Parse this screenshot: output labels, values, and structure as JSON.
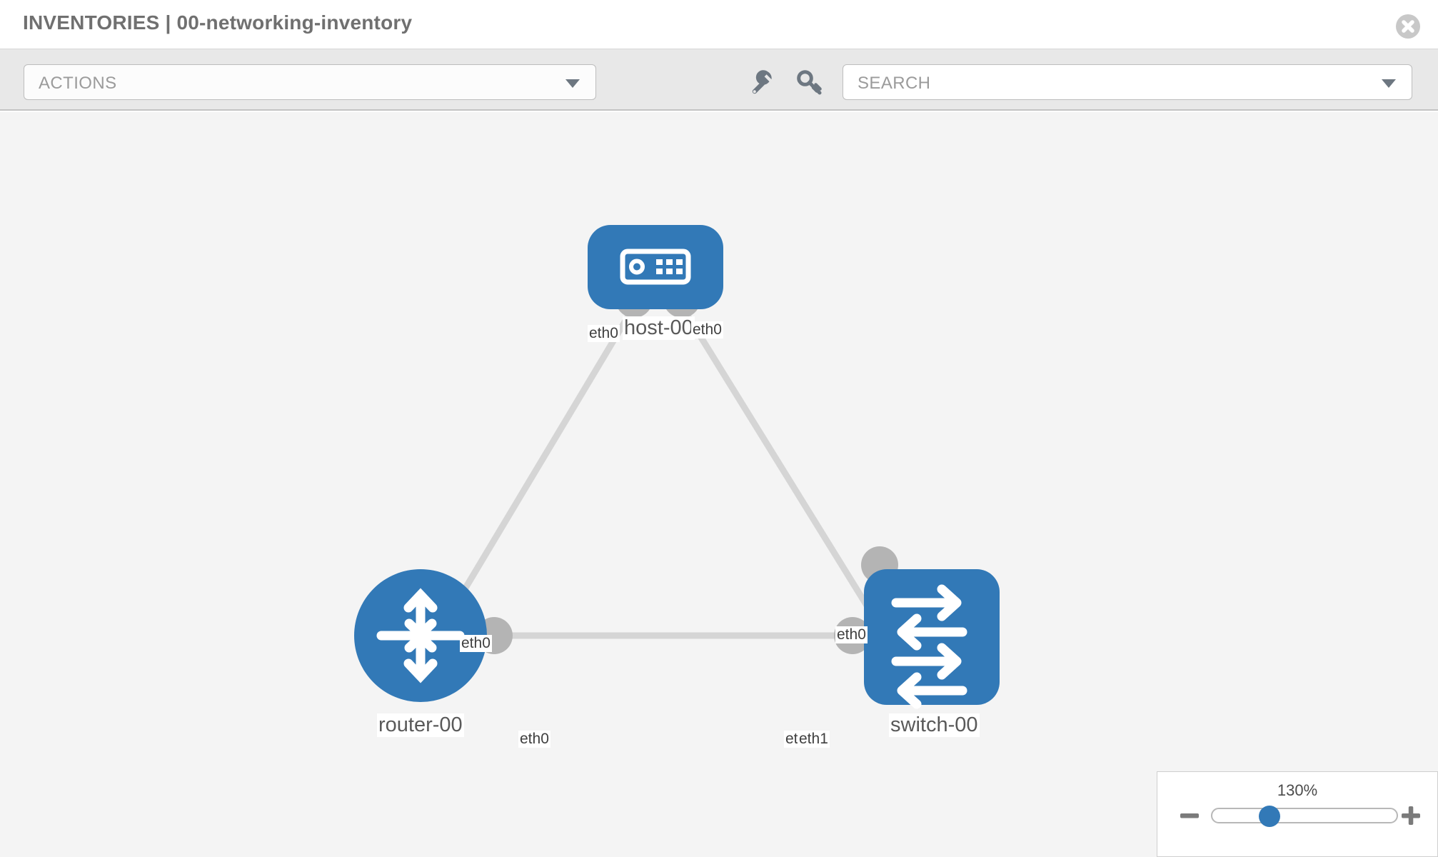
{
  "header": {
    "title": "INVENTORIES | 00-networking-inventory",
    "close_icon": "close-circle-icon"
  },
  "toolbar": {
    "actions_label": "ACTIONS",
    "actions_caret_icon": "chevron-down-icon",
    "wrench_icon": "wrench-icon",
    "key_icon": "key-icon",
    "search_placeholder": "SEARCH",
    "search_value": "SEARCH",
    "search_caret_icon": "chevron-down-icon"
  },
  "topology": {
    "accent_color": "#3279b7",
    "canvas_color": "#f4f4f4",
    "link_color": "#d5d5d5",
    "port_color": "#b4b4b4",
    "nodes": [
      {
        "id": "host-00",
        "label": "host-00",
        "type": "host",
        "icon": "server-icon",
        "shape": "rounded-rect"
      },
      {
        "id": "router-00",
        "label": "router-00",
        "type": "router",
        "icon": "router-arrows-icon",
        "shape": "circle"
      },
      {
        "id": "switch-00",
        "label": "switch-00",
        "type": "switch",
        "icon": "switch-arrows-icon",
        "shape": "rounded-square"
      }
    ],
    "links": [
      {
        "from": "host-00",
        "from_iface": "eth0",
        "to": "router-00",
        "to_iface": "eth0"
      },
      {
        "from": "host-00",
        "from_iface": "eth0",
        "to": "switch-00",
        "to_iface": "eth0"
      },
      {
        "from": "router-00",
        "from_iface": "eth0",
        "to": "switch-00",
        "to_iface": "eth1"
      }
    ],
    "iface_labels": {
      "host_left": "eth0",
      "host_right": "eth0",
      "router_up": "eth0",
      "switch_up": "eth0",
      "router_right": "eth0",
      "switch_left_hidden": "eth0",
      "switch_left": "eth1"
    }
  },
  "zoom_control": {
    "percent": "130%",
    "minus_icon": "minus-icon",
    "plus_icon": "plus-icon",
    "slider_name": "zoom-slider"
  }
}
